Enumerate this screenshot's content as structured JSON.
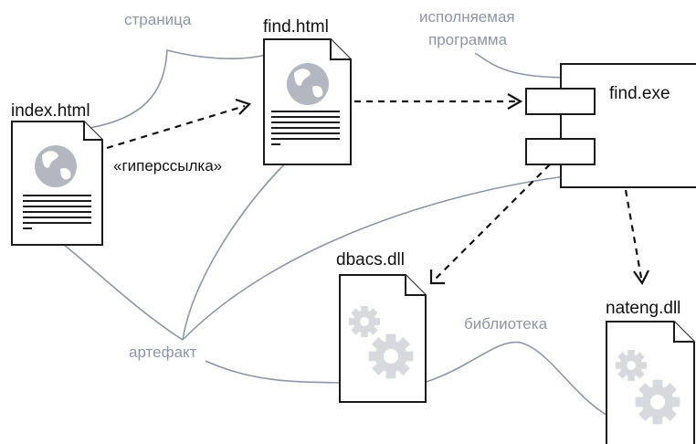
{
  "artifacts": {
    "index": "index.html",
    "find_html": "find.html",
    "find_exe": "find.exe",
    "dbacs": "dbacs.dll",
    "nateng": "nateng.dll"
  },
  "notes": {
    "page": "страница",
    "executable_line1": "исполняемая",
    "executable_line2": "программа",
    "artifact": "артефакт",
    "library": "библиотека"
  },
  "relations": {
    "hyperlink": "«гиперссылка»"
  }
}
